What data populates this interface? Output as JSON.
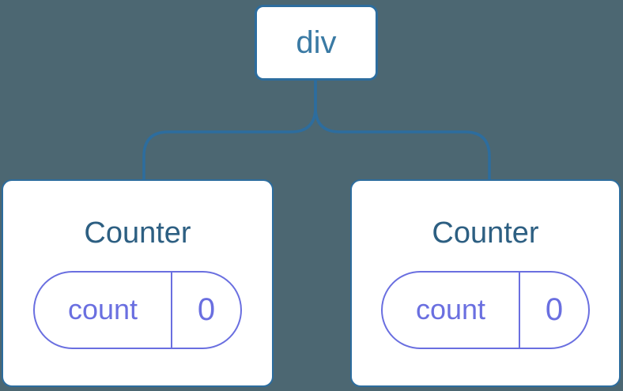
{
  "diagram": {
    "root": {
      "label": "div"
    },
    "children": [
      {
        "title": "Counter",
        "state": {
          "key": "count",
          "value": "0"
        }
      },
      {
        "title": "Counter",
        "state": {
          "key": "count",
          "value": "0"
        }
      }
    ],
    "colors": {
      "background": "#4c6772",
      "line_blue": "#2d6d9e",
      "card_bg": "#ffffff",
      "root_text": "#3a7aa4",
      "component_text": "#2d5f82",
      "state_purple": "#6a6fe0"
    }
  }
}
